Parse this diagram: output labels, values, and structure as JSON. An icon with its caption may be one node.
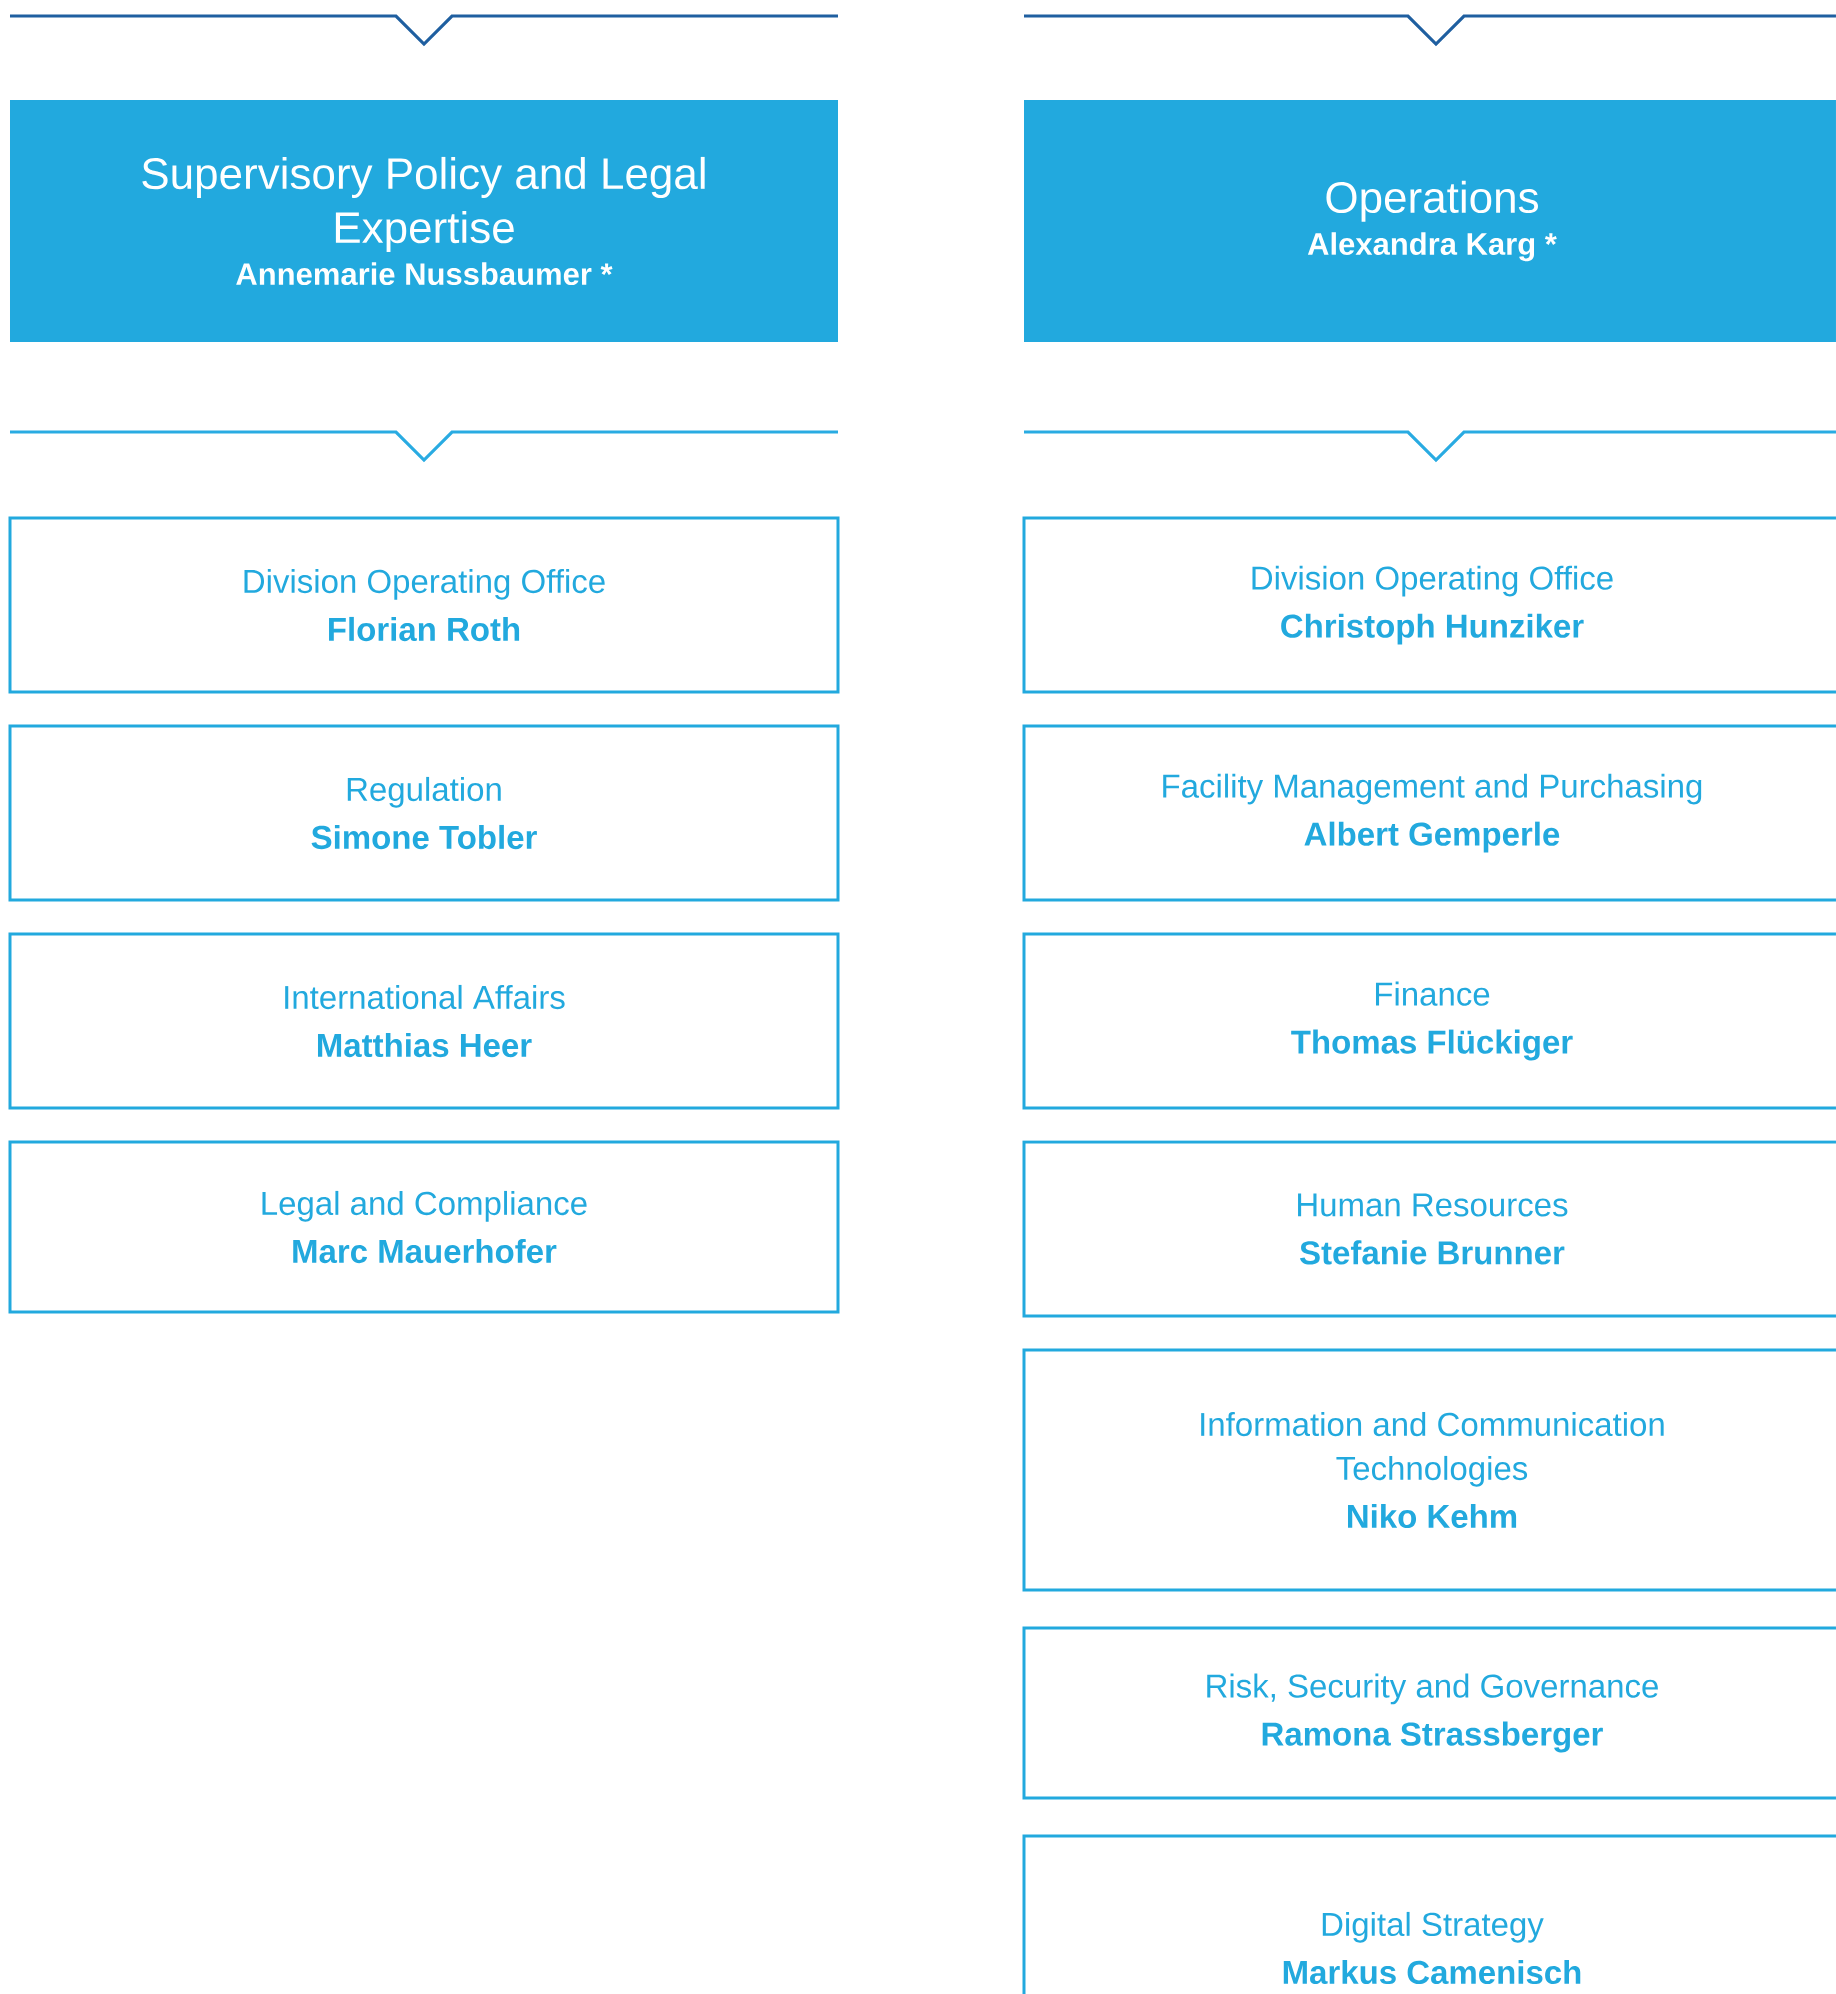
{
  "diagram": {
    "nodes": [
      {
        "text": [
          "Supervisory Policy and Legal Expertise",
          "Annemarie Nussbaumer *"
        ]
      },
      {
        "text": [
          "Operations",
          "Alexandra Karg *"
        ]
      },
      {
        "text": [
          "Division Operating Office",
          "Florian Roth"
        ]
      },
      {
        "text": [
          "Regulation",
          "Simone Tobler"
        ]
      },
      {
        "text": [
          "International Affairs",
          "Matthias Heer"
        ]
      },
      {
        "text": [
          "Legal and Compliance",
          "Marc Mauerhofer"
        ]
      },
      {
        "text": [
          "Division Operating Office",
          "Christoph Hunziker"
        ]
      },
      {
        "text": [
          "Facility Management and Purchasing",
          "Albert Gemperle"
        ]
      },
      {
        "text": [
          "Finance",
          "Thomas Flückiger"
        ]
      },
      {
        "text": [
          "Human Resources",
          "Stefanie Brunner"
        ]
      },
      {
        "text": [
          "Information and Communication Technologies",
          "Niko Kehm"
        ]
      },
      {
        "text": [
          "Risk, Security and Governance",
          "Ramona Strassberger"
        ]
      },
      {
        "text": [
          "Digital Strategy",
          "Markus Camenisch"
        ]
      }
    ]
  }
}
